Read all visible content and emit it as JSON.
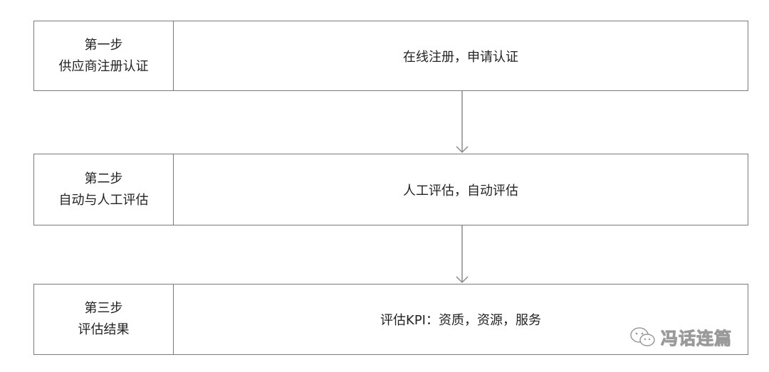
{
  "steps": [
    {
      "number": "第一步",
      "title": "供应商注册认证",
      "description": "在线注册，申请认证"
    },
    {
      "number": "第二步",
      "title": "自动与人工评估",
      "description": "人工评估，自动评估"
    },
    {
      "number": "第三步",
      "title": "评估结果",
      "description": "评估KPI：资质，资源，服务"
    }
  ],
  "watermark": {
    "text": "冯话连篇",
    "icon": "wechat-icon"
  },
  "colors": {
    "border": "#7a7a7a",
    "arrow": "#8a8a8a",
    "text": "#222222"
  }
}
